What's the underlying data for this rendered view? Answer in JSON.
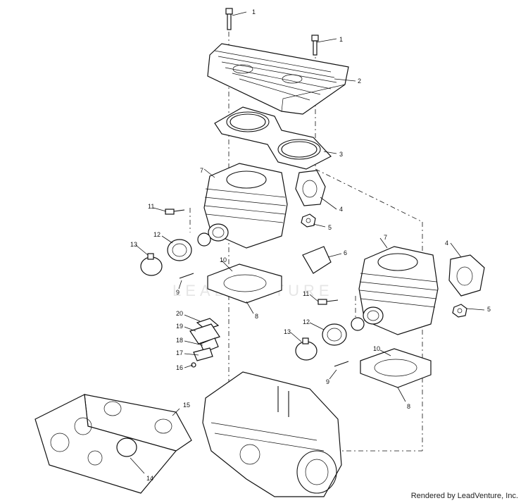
{
  "callouts": {
    "c1a": "1",
    "c1b": "1",
    "c2": "2",
    "c3": "3",
    "c4a": "4",
    "c4b": "4",
    "c5a": "5",
    "c5b": "5",
    "c6": "6",
    "c7a": "7",
    "c7b": "7",
    "c8a": "8",
    "c8b": "8",
    "c9a": "9",
    "c9b": "9",
    "c10a": "10",
    "c10b": "10",
    "c11a": "11",
    "c11b": "11",
    "c12a": "12",
    "c12b": "12",
    "c13a": "13",
    "c13b": "13",
    "c14": "14",
    "c15": "15",
    "c16": "16",
    "c17": "17",
    "c18": "18",
    "c19": "19",
    "c20": "20"
  },
  "watermark": "LEADVENTURE",
  "credit": "Rendered by LeadVenture, Inc."
}
